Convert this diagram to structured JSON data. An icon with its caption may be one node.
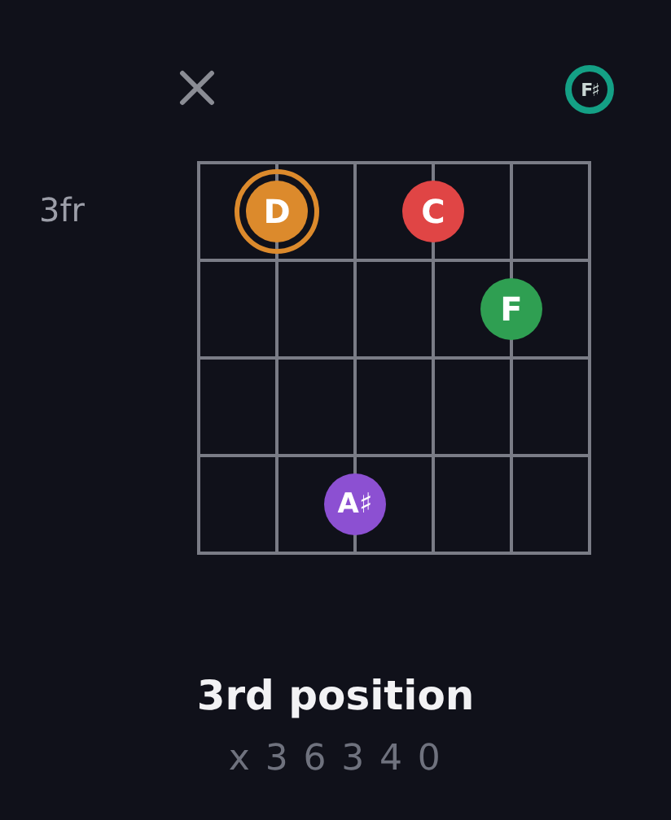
{
  "diagram": {
    "title": "3rd position",
    "nodes": [
      {
        "text": [
          "F♯"
        ]
      },
      {
        "text": [
          "D"
        ]
      },
      {
        "text": [
          "C"
        ]
      },
      {
        "text": [
          "F"
        ]
      },
      {
        "text": [
          "A♯"
        ]
      }
    ],
    "labels": [
      "3fr",
      "x 3 6 3 4 0"
    ]
  }
}
